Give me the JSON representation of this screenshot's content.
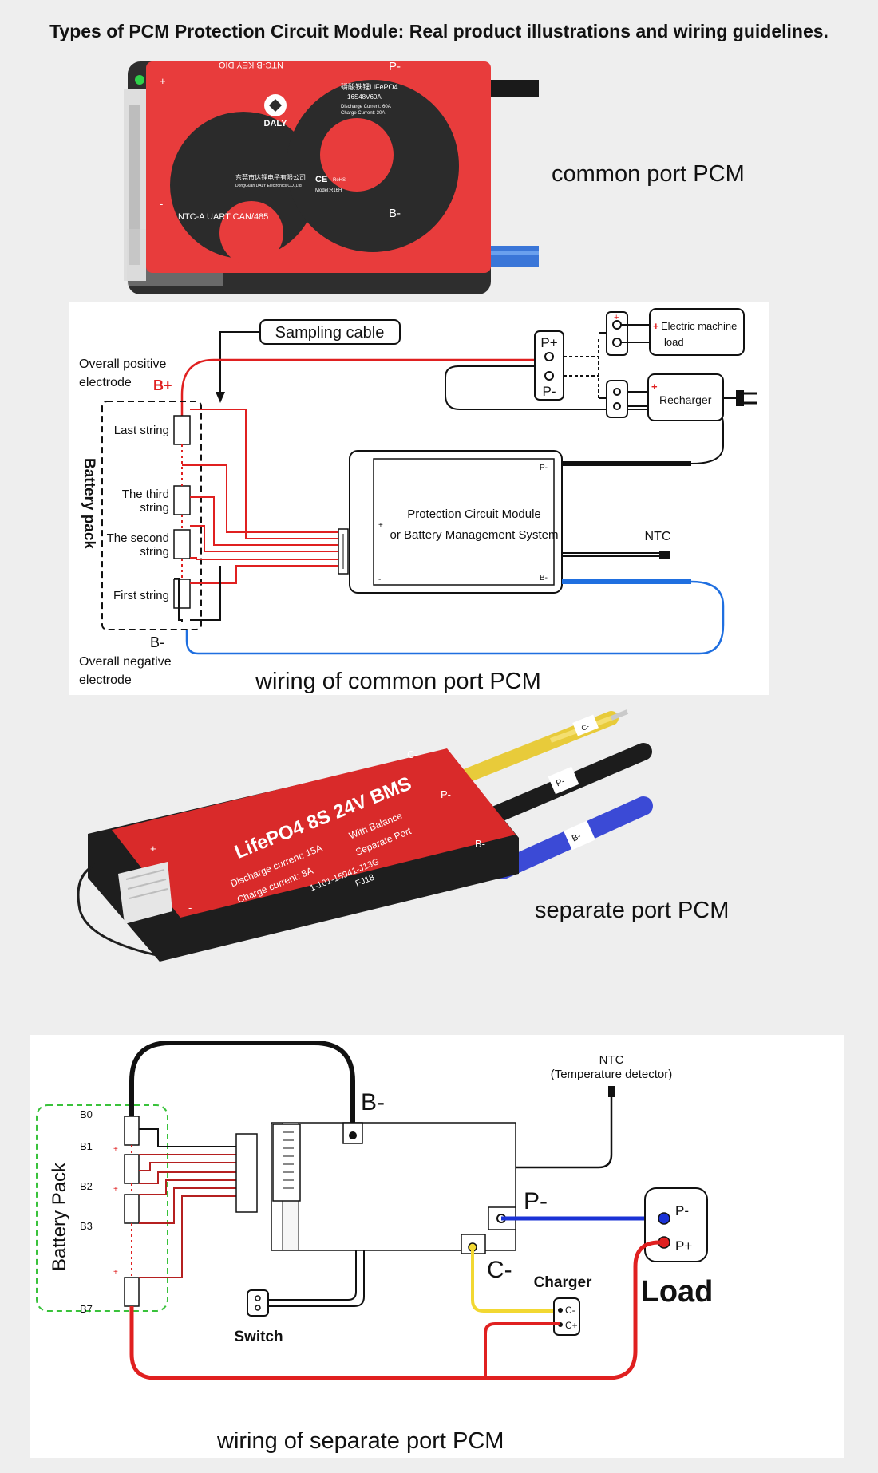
{
  "title": "Types of PCM Protection Circuit Module: Real product illustrations and wiring guidelines.",
  "section1": {
    "caption": "common port PCM",
    "product": {
      "brand": "DALY",
      "chinese_name": "磷酸铁锂LiFePO4",
      "model_line": "16S48V60A",
      "discharge": "Discharge Current: 60A",
      "charge": "Charge  Current: 30A",
      "company_cn": "东莞市达锂电子有限公司",
      "company_en": "DongGuan DALY Electronics CO.,Ltd",
      "model": "Model:R16H",
      "ce": "CE",
      "rohs": "RoHS",
      "top_ports": "NTC-B   KEY   DIO",
      "bottom_ports": "NTC-A   UART   CAN/485",
      "pminus": "P-",
      "bminus": "B-",
      "plus": "+",
      "minus": "-"
    }
  },
  "section2": {
    "caption": "wiring of common port PCM",
    "sampling_cable": "Sampling cable",
    "overall_positive_1": "Overall positive",
    "overall_positive_2": "electrode",
    "bplus": "B+",
    "battery_pack": "Battery pack",
    "last_string": "Last string",
    "third_string_1": "The third",
    "third_string_2": "string",
    "second_string_1": "The second",
    "second_string_2": "string",
    "first_string": "First string",
    "bminus": "B-",
    "overall_negative_1": "Overall negative",
    "overall_negative_2": "electrode",
    "pcm_line1": "Protection Circuit Module",
    "pcm_line2": "or Battery Management System",
    "ntc": "NTC",
    "pplus": "P+",
    "pminus": "P-",
    "electric_machine": "Electric machine",
    "load": "load",
    "recharger": "Recharger",
    "pcm_pminus": "P-",
    "pcm_bminus": "B-",
    "pcm_plus": "+",
    "pcm_minus": "-"
  },
  "section3": {
    "caption": "separate port PCM",
    "product": {
      "title": "LifePO4 8S 24V BMS",
      "discharge": "Discharge current: 15A",
      "charge": "Charge current: 8A",
      "balance": "With Balance",
      "separate": "Separate Port",
      "code1": "1-101-15941-J13G",
      "code2": "FJ18",
      "cminus": "C-",
      "pminus": "P-",
      "bminus": "B-",
      "plus": "+",
      "minus": "-",
      "wire_c": "C-",
      "wire_p": "P-",
      "wire_b": "B-"
    }
  },
  "section4": {
    "caption": "wiring of separate port PCM",
    "ntc1": "NTC",
    "ntc2": "(Temperature detector)",
    "bminus": "B-",
    "pminus": "P-",
    "cminus": "C-",
    "battery_pack": "Battery Pack",
    "b0": "B0",
    "b1": "B1",
    "b2": "B2",
    "b3": "B3",
    "b7": "B7",
    "switch": "Switch",
    "charger": "Charger",
    "charger_cminus": "C-",
    "charger_cplus": "C+",
    "load": "Load",
    "load_pminus": "P-",
    "load_pplus": "P+"
  }
}
